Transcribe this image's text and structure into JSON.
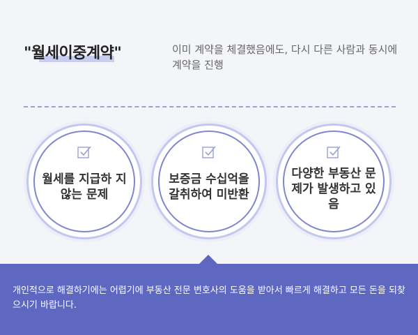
{
  "header": {
    "title": "\"월세이중계약\"",
    "description": "이미 계약을 체결했음에도, 다시 다른 사람과 동시에 계약을 진행"
  },
  "cards": [
    {
      "icon": "checkbox-icon",
      "text": "월세를 지급하 지 않는 문제"
    },
    {
      "icon": "checkbox-icon",
      "text": "보증금 수십억을 갈취하여 미반환"
    },
    {
      "icon": "checkbox-icon",
      "text": "다양한 부동산 문제가 발생하고 있음"
    }
  ],
  "banner": {
    "text": "개인적으로 해결하기에는 어렵기에 부동산 전문 변호사의 도움을 받아서 빠르게 해결하고 모든 돈을 되찾으시기 바랍니다."
  },
  "colors": {
    "accent": "#5e68c0",
    "highlight": "#c9cdef",
    "ring": "#7f86cf"
  }
}
